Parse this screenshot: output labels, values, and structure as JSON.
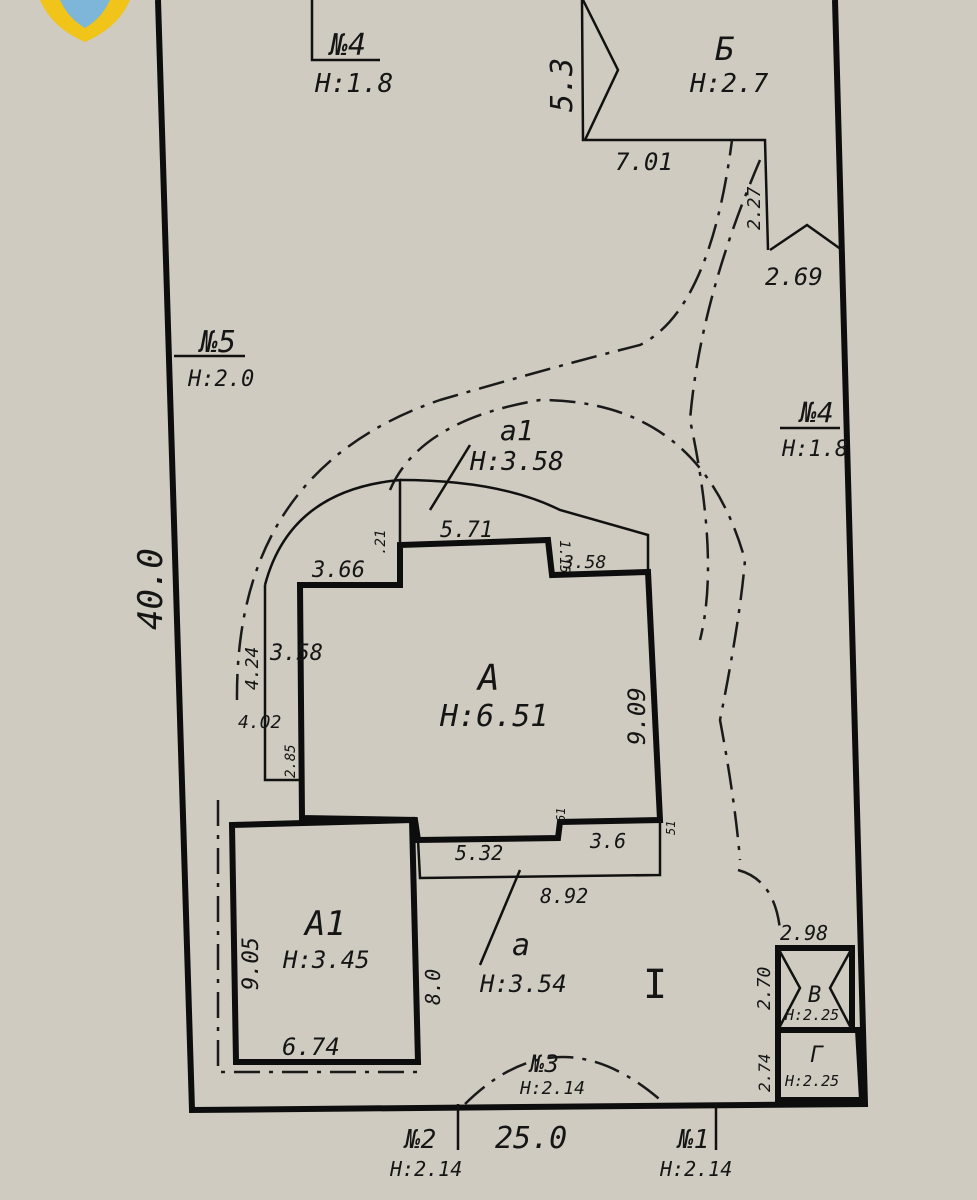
{
  "logo": {
    "name": "shield-logo",
    "colors": [
      "#f0c419",
      "#7eb6d9"
    ]
  },
  "site": {
    "width": "25.0",
    "length": "40.0"
  },
  "buildings": {
    "main": {
      "letter": "А",
      "height": "Н:6.51"
    },
    "a1": {
      "letter": "А1",
      "height": "Н:3.45"
    },
    "a1_porch": {
      "letter": "а1",
      "height": "Н:3.58"
    },
    "porch": {
      "letter": "а",
      "height": "Н:3.54"
    },
    "b": {
      "letter": "Б",
      "height": "Н:2.7"
    },
    "v": {
      "letter": "В",
      "height": "Н:2.25"
    },
    "g": {
      "letter": "Г",
      "height": "Н:2.25"
    },
    "yard": {
      "letter": "I"
    }
  },
  "fences": {
    "n1": {
      "label": "№1",
      "height": "Н:2.14"
    },
    "n2": {
      "label": "№2",
      "height": "Н:2.14"
    },
    "n3": {
      "label": "№3",
      "height": "Н:2.14"
    },
    "n4_top": {
      "label": "№4",
      "height": "Н:1.8"
    },
    "n4_right": {
      "label": "№4",
      "height": "Н:1.8"
    },
    "n5": {
      "label": "№5",
      "height": "Н:2.0"
    }
  },
  "dimensions": {
    "b_side": "5.3",
    "b_bottom": "7.01",
    "b_small": "2.27",
    "b_shed": "2.69",
    "a1_top": "5.71",
    "a1_right": "1.15",
    "a1_left": "3.66",
    "a1_small": ".21",
    "a1_step": "3.58",
    "main_right": "9.09",
    "left_porch_h": "4.24",
    "left_porch_w": "3.58",
    "left_02": "4.02",
    "left_small": "2.85",
    "bottom_532": "5.32",
    "bottom_36": "3.6",
    "bottom_61": "61",
    "bottom_892": "8.92",
    "bottom_51": "51",
    "a1_height": "9.05",
    "a1_width": "6.74",
    "a1_side": "8.0",
    "v_width": "2.98",
    "v_height": "2.70",
    "g_height": "2.74"
  }
}
